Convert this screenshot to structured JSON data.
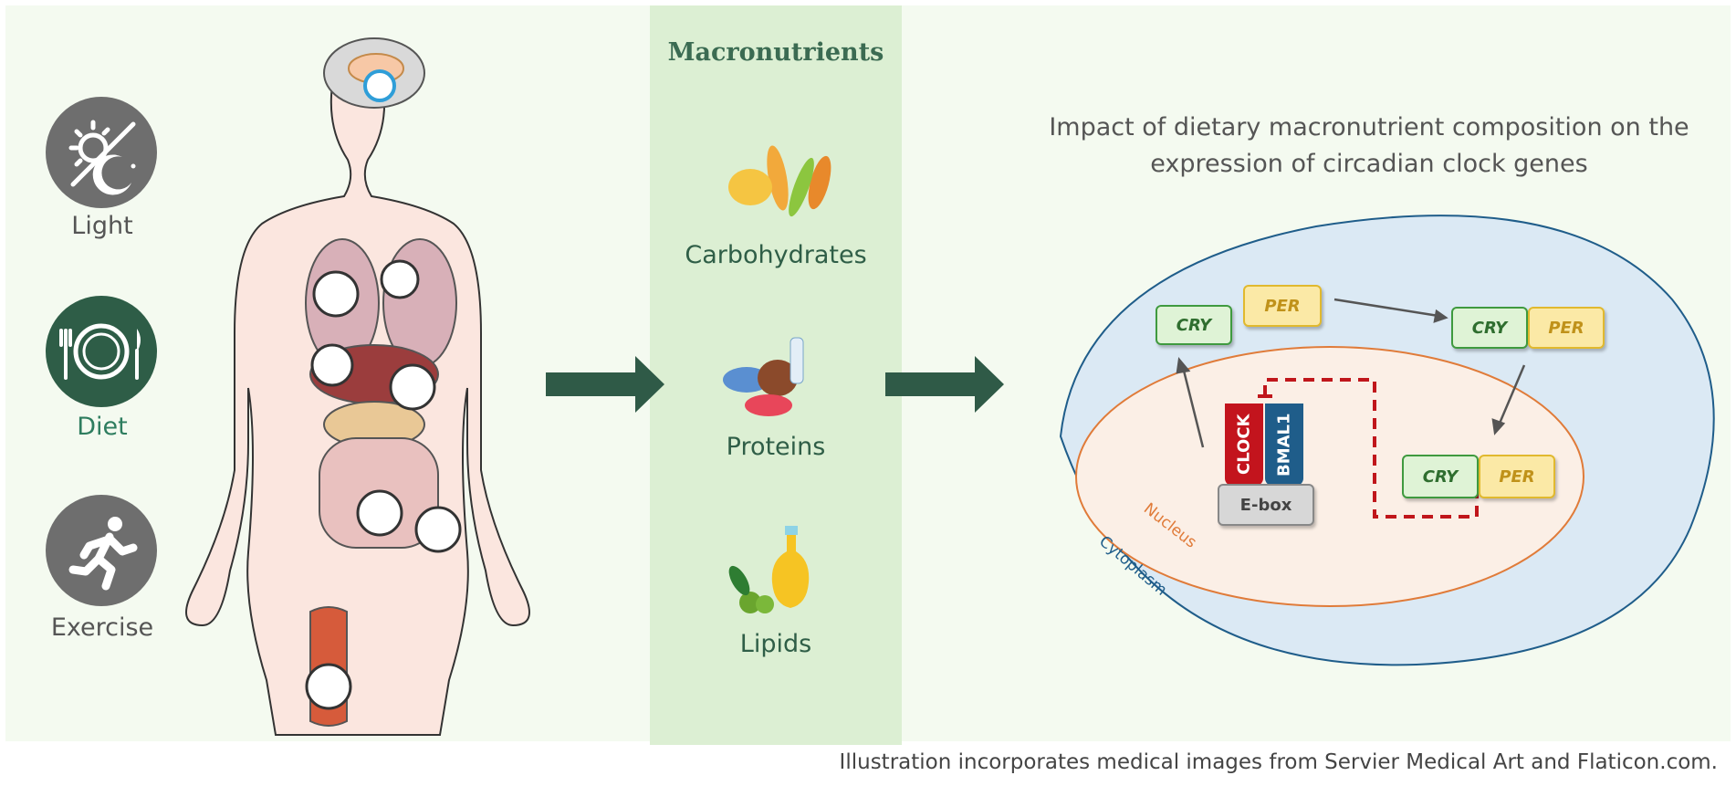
{
  "factors": {
    "light": {
      "label": "Light",
      "color": "#6e6e6e"
    },
    "diet": {
      "label": "Diet",
      "color": "#2e5d47"
    },
    "exercise": {
      "label": "Exercise",
      "color": "#6e6e6e"
    }
  },
  "macronutrients": {
    "title": "Macronutrients",
    "items": [
      {
        "label": "Carbohydrates",
        "icon": "wheat-icon"
      },
      {
        "label": "Proteins",
        "icon": "protein-food-icon"
      },
      {
        "label": "Lipids",
        "icon": "oil-bottle-icon"
      }
    ]
  },
  "diagram": {
    "title_line1": "Impact of dietary macronutrient composition on the",
    "title_line2": "expression of circadian clock genes",
    "cry_label": "CRY",
    "per_label": "PER",
    "clock_label": "CLOCK",
    "bmal_label": "BMAL1",
    "ebox_label": "E-box",
    "nucleus_label": "Nucleus",
    "cytoplasm_label": "Cytoplasm",
    "colors": {
      "arrow": "#2f5a47",
      "cytoplasm": "#dbe9f4",
      "nucleus_border": "#e07b39",
      "feedback": "#c0161b"
    }
  },
  "footer": "Illustration incorporates medical images from Servier Medical Art and Flaticon.com."
}
